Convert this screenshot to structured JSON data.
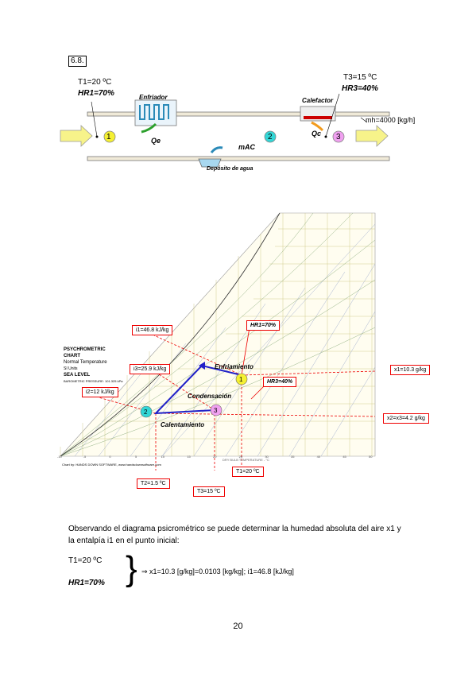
{
  "doc": {
    "section_tag": "6.8.",
    "page_number": "20"
  },
  "schematic": {
    "t1": "T1=20 ºC",
    "hr1": "HR1=70%",
    "t3": "T3=15 ºC",
    "hr3": "HR3=40%",
    "cooler": "Enfriador",
    "heater": "Calefactor",
    "qe": "Qe",
    "qc": "Qc",
    "mac": "mAC",
    "tank": "Depósito de agua",
    "mass_flow": "mh=4000 [kg/h]",
    "points": [
      "1",
      "2",
      "3"
    ]
  },
  "chart": {
    "title_lines": [
      "PSYCHROMETRIC",
      "CHART",
      "Normal Temperature",
      "SI Units",
      "SEA LEVEL",
      "BAROMETRIC PRESSURE: 101.325 kPa"
    ],
    "credit": "Chart by: HANDS DOWN SOFTWARE, www.handsdownsoftware.com",
    "xaxis_label": "DRY BULB TEMPERATURE - °C",
    "x_ticks": [
      "-10",
      "-5",
      "0",
      "5",
      "10",
      "15",
      "20",
      "25",
      "30",
      "35",
      "40",
      "45",
      "50"
    ],
    "process_labels": {
      "cooling": "Enfriamiento",
      "condensation": "Condensación",
      "heating": "Calentamiento"
    },
    "annotations": {
      "i1": "i1=46.8 kJ/kg",
      "hr1": "HR1=70%",
      "i3": "i3=25.9 kJ/kg",
      "x1": "x1=10.3 g/kg",
      "hr3": "HR3=40%",
      "i2": "i2=12 kJ/kg",
      "x2": "x2=x3=4.2 g/kg",
      "t2": "T2=1.5 ºC",
      "t3": "T3=15 ºC",
      "t1": "T1=20 ºC"
    }
  },
  "text": {
    "para1_line1": "Observando el diagrama psicrométrico se puede determinar la humedad absoluta del aire x1 y",
    "para1_line2": "la entalpía i1 en el punto inicial:",
    "given_t1": "T1=20 ºC",
    "given_hr1": "HR1=70%",
    "result": "⇒   x1=10.3 [g/kg]=0.0103 [kg/kg];   i1=46.8 [kJ/kg]"
  }
}
